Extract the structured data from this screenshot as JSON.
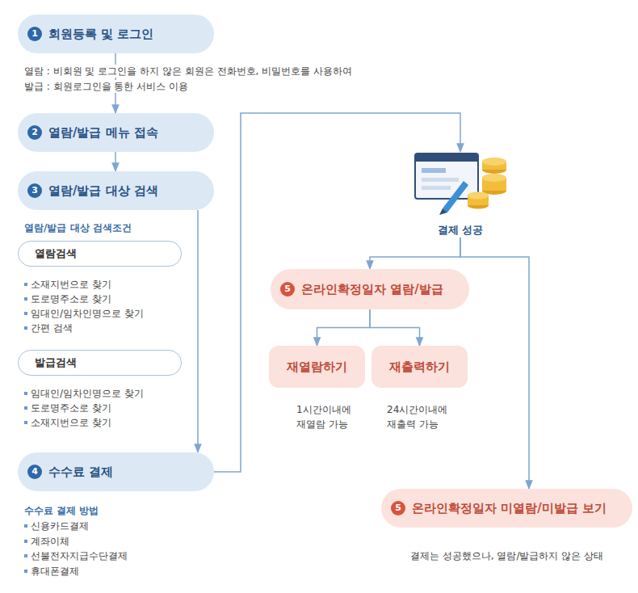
{
  "diagram": {
    "nodes": [
      {
        "text": [
          "1",
          "회원등록 및 로그인"
        ]
      },
      {
        "text": [
          "2",
          "열람/발급 메뉴 접속"
        ]
      },
      {
        "text": [
          "3",
          "열람/발급 대상 검색"
        ]
      },
      {
        "text": [
          "열람검색"
        ]
      },
      {
        "text": [
          "발급검색"
        ]
      },
      {
        "text": [
          "4",
          "수수료 결제"
        ]
      },
      {
        "text": [
          "결제 성공"
        ]
      },
      {
        "text": [
          "5",
          "온라인확정일자 열람/발급"
        ]
      },
      {
        "text": [
          "재열람하기",
          "1시간이내에 재열람 가능"
        ]
      },
      {
        "text": [
          "재출력하기",
          "24시간이내에 재출력 가능"
        ]
      },
      {
        "text": [
          "5",
          "온라인확정일자 미열람/미발급 보기",
          "결제는 성공했으나, 열람/발급하지 않은 상태"
        ]
      }
    ],
    "edges": [
      {
        "from": 0,
        "to": 1,
        "arrow": "to"
      },
      {
        "from": 1,
        "to": 2,
        "arrow": "to"
      },
      {
        "from": 2,
        "to": 5,
        "arrow": "to"
      },
      {
        "from": 5,
        "to": 6,
        "arrow": "to"
      },
      {
        "from": 6,
        "to": 7,
        "arrow": "to"
      },
      {
        "from": 6,
        "to": 10,
        "arrow": "to"
      },
      {
        "from": 7,
        "to": 8,
        "arrow": "to"
      },
      {
        "from": 7,
        "to": 9,
        "arrow": "to"
      }
    ],
    "labels": [
      "열람 : 비회원 및 로그인을 하지 않은 회원은 전화번호, 비밀번호를 사용하여",
      "발급 : 회원로그인을 통한 서비스 이용",
      "열람/발급 대상 검색조건",
      "소재지번으로 찾기",
      "도로명주소로 찾기",
      "임대인/임차인명으로 찾기",
      "간편 검색",
      "임대인/임차인명으로 찾기",
      "도로명주소로 찾기",
      "소재지번으로 찾기",
      "수수료 결제 방법",
      "신용카드결제",
      "계좌이체",
      "선불전자지급수단결제",
      "휴대폰결제"
    ]
  }
}
